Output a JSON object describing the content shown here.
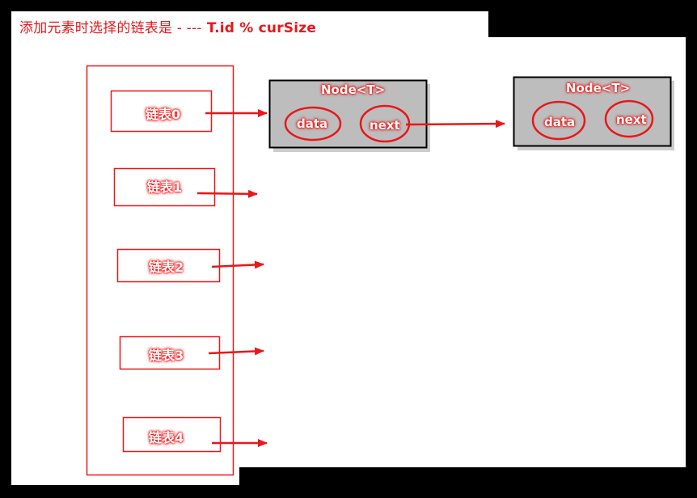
{
  "title": {
    "prefix": "添加元素时选择的链表是 - ---",
    "formula": "T.id % curSize"
  },
  "lists": [
    {
      "label": "链表0"
    },
    {
      "label": "链表1"
    },
    {
      "label": "链表2"
    },
    {
      "label": "链表3"
    },
    {
      "label": "链表4"
    }
  ],
  "nodes": [
    {
      "title": "Node<T>",
      "field_data": "data",
      "field_next": "next"
    },
    {
      "title": "Node<T>",
      "field_data": "data",
      "field_next": "next"
    }
  ],
  "colors": {
    "background": "#000000",
    "canvas": "#ffffff",
    "accent": "#e8171b",
    "node_fill": "#bdbdbd"
  }
}
